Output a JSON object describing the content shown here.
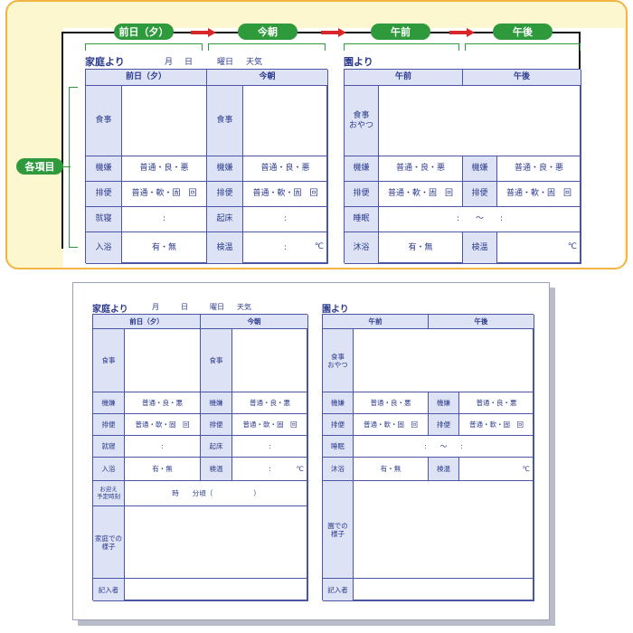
{
  "steps": {
    "s1": "前日（夕）",
    "s2": "今朝",
    "s3": "午前",
    "s4": "午後"
  },
  "side_label": "各項目",
  "family": {
    "heading": "家庭より",
    "month": "月",
    "day": "日",
    "weekday": "曜日",
    "weather": "天気",
    "col_prev": "前日（夕）",
    "col_today": "今朝",
    "meal": "食事",
    "mood": "機嫌",
    "mood_opts": "普通・良・悪",
    "stool": "排便",
    "stool_opts": "普通・軟・固　回",
    "sleep": "就寝",
    "wake": "起床",
    "colon": ":",
    "bath": "入浴",
    "bath_opts": "有・無",
    "temp": "検温",
    "deg": "℃",
    "pickup": "お迎え\n予定時刻",
    "pickup_value": "時　　分頃（　　　　　　）",
    "home_state": "家庭での\n様子",
    "writer": "記入者"
  },
  "school": {
    "heading": "園より",
    "col_am": "午前",
    "col_pm": "午後",
    "meal": "食事\nおやつ",
    "mood": "機嫌",
    "mood_opts": "普通・良・悪",
    "stool": "排便",
    "stool_opts": "普通・軟・固　回",
    "nap": "睡眠",
    "nap_value": ":　　〜　　:",
    "bath": "沐浴",
    "bath_opts": "有・無",
    "temp": "検温",
    "deg": "℃",
    "school_state": "園での\n様子",
    "writer": "記入者"
  },
  "colors": {
    "accent_green": "#2e9a3c",
    "frame_orange": "#f2b544",
    "frame_fill": "#fdf7cf",
    "arrow_red": "#d9262a",
    "ink_blue": "#2b3a8c",
    "label_fill": "#dde3f5"
  }
}
